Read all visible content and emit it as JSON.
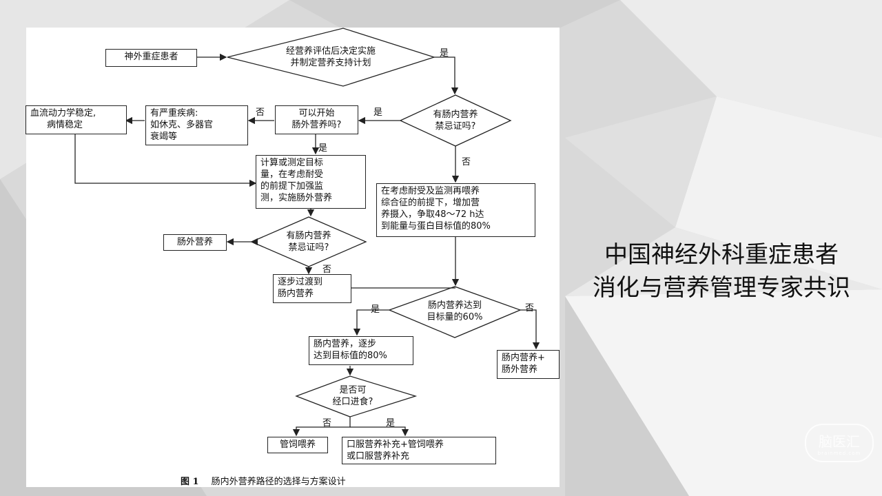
{
  "slide_title": {
    "line1": "中国神经外科重症患者",
    "line2": "消化与营养管理专家共识"
  },
  "logo": {
    "text": "脑医汇",
    "sub": "brainmed.com"
  },
  "figure": {
    "caption_number": "图 1",
    "caption_text": "肠内外营养路径的选择与方案设计",
    "nodes": {
      "patient": "神外重症患者",
      "assess_1": "经营养评估后决定实施",
      "assess_2": "并制定营养支持计划",
      "en_contra_1": "有肠内营养",
      "en_contra_2": "禁忌证吗?",
      "pn_start_1": "可以开始",
      "pn_start_2": "肠外营养吗?",
      "severe_1": "有严重疾病:",
      "severe_2": "如休克、多器官",
      "severe_3": "衰竭等",
      "stable_1": "血流动力学稳定,",
      "stable_2": "病情稳定",
      "calc_1": "计算或测定目标",
      "calc_2": "量，在考虑耐受",
      "calc_3": "的前提下加强监",
      "calc_4": "测，实施肠外营养",
      "refeed_1": "在考虑耐受及监测再喂养",
      "refeed_2": "综合征的前提下，增加营",
      "refeed_3": "养摄入，争取48～72 h达",
      "refeed_4": "到能量与蛋白目标值的80%",
      "en_contra2_1": "有肠内营养",
      "en_contra2_2": "禁忌证吗?",
      "pn": "肠外营养",
      "transition_1": "逐步过渡到",
      "transition_2": "肠内营养",
      "reach60_1": "肠内营养达到",
      "reach60_2": "目标量的60%",
      "en_step_1": "肠内营养，逐步",
      "en_step_2": "达到目标值的80%",
      "en_plus_pn_1": "肠内营养+",
      "en_plus_pn_2": "肠外营养",
      "oral_1": "是否可",
      "oral_2": "经口进食?",
      "tube": "管饲喂养",
      "oral_supp_1": "口服营养补充+管饲喂养",
      "oral_supp_2": "或口服营养补充"
    },
    "edge_labels": {
      "yes": "是",
      "no": "否"
    }
  }
}
